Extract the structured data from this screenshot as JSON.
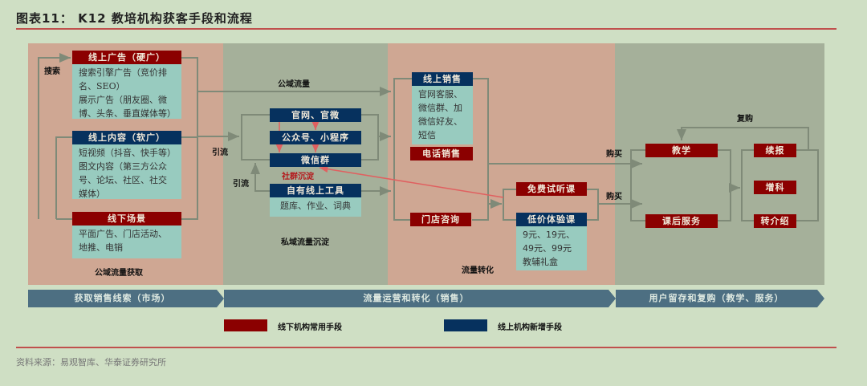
{
  "figure_title": "图表11：  K12 教培机构获客手段和流程",
  "colors": {
    "offline_red": "#8b0000",
    "online_navy": "#06315e",
    "connector_red": "#e06060"
  },
  "stage1": {
    "caption": "公域流量获取",
    "search_label": "搜索",
    "online_ads": {
      "header": "线上广告（硬广）",
      "lines": [
        "搜索引擎广告（竞价排",
        "名、SEO）",
        "展示广告（朋友圈、微",
        "博、头条、垂直媒体等）"
      ]
    },
    "online_content": {
      "header": "线上内容（软广）",
      "lines": [
        "短视频（抖音、快手等）",
        "图文内容（第三方公众",
        "号、论坛、社区、社交",
        "媒体）"
      ]
    },
    "offline": {
      "header": "线下场景",
      "lines": [
        "平面广告、门店活动、",
        "地推、电销"
      ]
    }
  },
  "stage2": {
    "caption": "私域流量沉淀",
    "public_traffic_label": "公域流量",
    "divert_label_1": "引流",
    "divert_label_2": "引流",
    "boxes": [
      "官网、官微",
      "公众号、小程序",
      "微信群"
    ],
    "community_label": "社群沉淀",
    "own_tools": {
      "header": "自有线上工具",
      "lines": [
        "题库、作业、词典"
      ]
    }
  },
  "stage3": {
    "caption": "流量转化",
    "online_sales": {
      "header": "线上销售",
      "lines": [
        "官网客服、",
        "微信群、加",
        "微信好友、",
        "短信"
      ]
    },
    "phone_sales": "电话销售",
    "store_consult": "门店咨询",
    "free_trial": "免费试听课",
    "low_price": {
      "header": "低价体验课",
      "lines": [
        "9元、19元、",
        "49元、99元",
        "教辅礼盒"
      ]
    }
  },
  "stage4": {
    "buy_label_1": "购买",
    "buy_label_2": "购买",
    "rebuy_label": "复购",
    "teaching": "教学",
    "after_service": "课后服务",
    "renew": "续报",
    "add_subject": "增科",
    "referral": "转介绍"
  },
  "bands": [
    "获取销售线索（市场）",
    "流量运营和转化（销售）",
    "用户留存和复购（教学、服务）"
  ],
  "legend": [
    {
      "label": "线下机构常用手段",
      "color": "#8b0000"
    },
    {
      "label": "线上机构新增手段",
      "color": "#06315e"
    }
  ],
  "source": "资料来源：易观智库、华泰证券研究所"
}
